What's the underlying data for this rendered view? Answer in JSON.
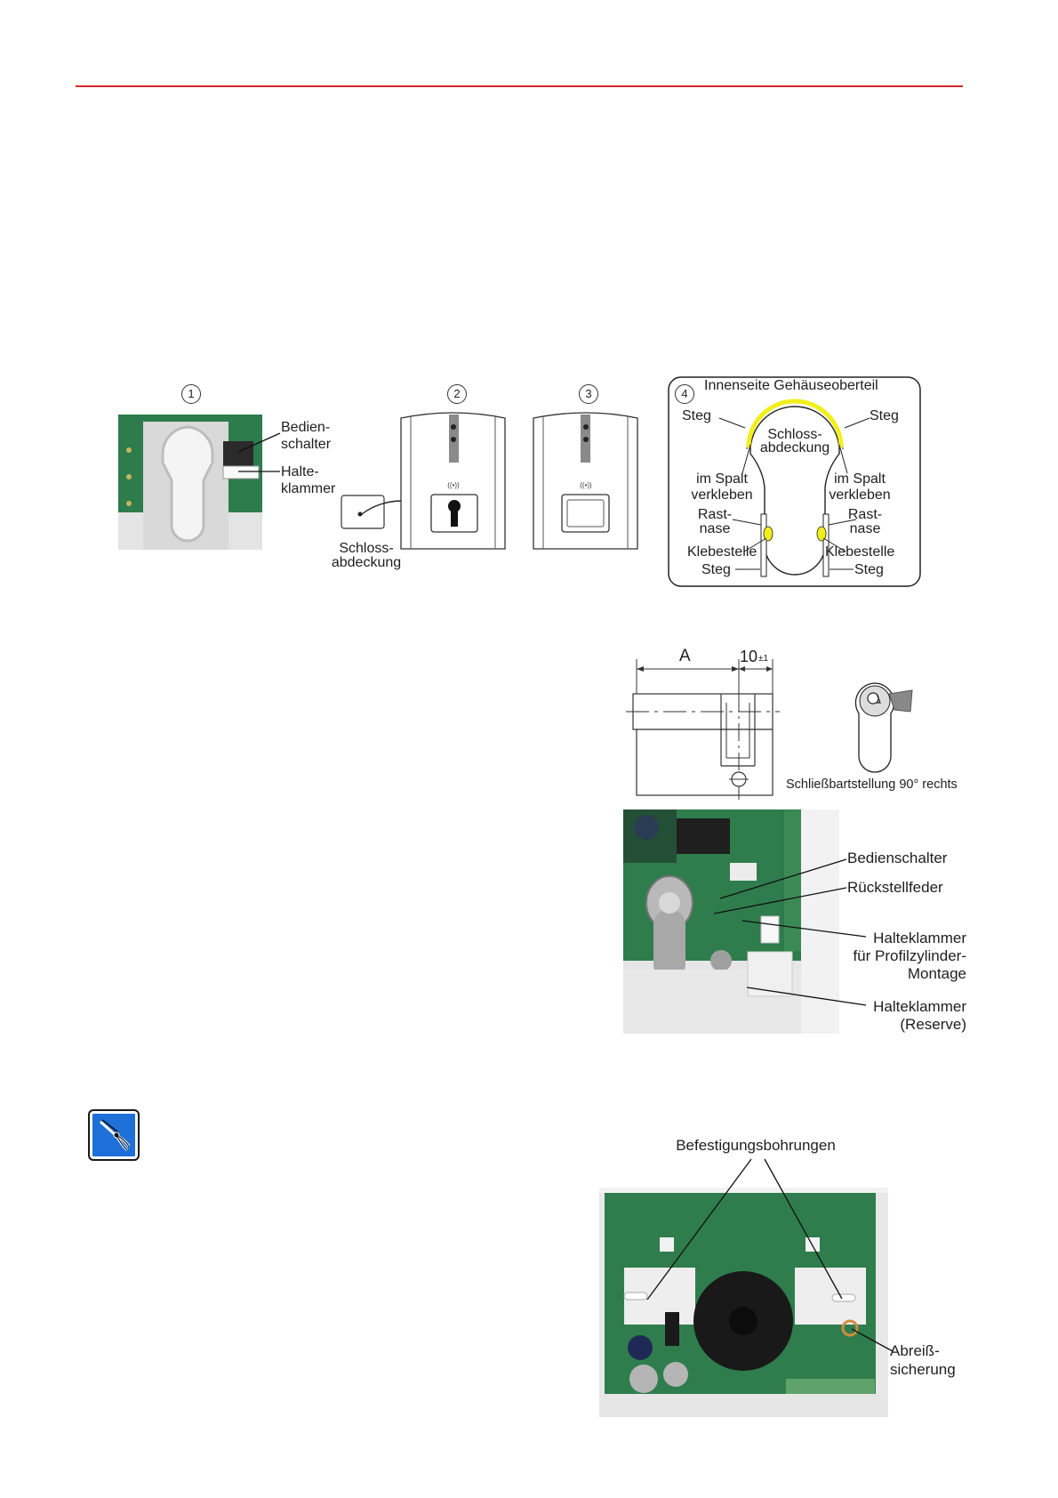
{
  "figure1": {
    "num1": "1",
    "num2": "2",
    "num3": "3",
    "num4": "4",
    "bedienschalter": [
      "Bedien-",
      "schalter"
    ],
    "halteklammer": [
      "Halte-",
      "klammer"
    ],
    "schlossabdeckung": [
      "Schloss-",
      "abdeckung"
    ],
    "panel4_title": "Innenseite Gehäuseoberteil",
    "steg": "Steg",
    "schloss_inner": [
      "Schloss-",
      "abdeckung"
    ],
    "im_spalt": [
      "im Spalt",
      "verkleben"
    ],
    "rastnase": [
      "Rast-",
      "nase"
    ],
    "klebestelle": "Klebestelle"
  },
  "figure2": {
    "dim_a": "A",
    "dim_10": "10",
    "dim_tol": "±1",
    "caption": "Schließbartstellung 90° rechts"
  },
  "figure3": {
    "bedienschalter": "Bedienschalter",
    "rueckstellfeder": "Rückstellfeder",
    "halteklammer_profil": [
      "Halteklammer",
      "für Profilzylinder-",
      "Montage"
    ],
    "halteklammer_reserve": [
      "Halteklammer",
      "(Reserve)"
    ]
  },
  "figure4": {
    "befestigung": "Befestigungsbohrungen",
    "abreiss": [
      "Abreiß-",
      "sicherung"
    ]
  },
  "colors": {
    "rule": "#d42b2b",
    "pcb": "#2f7a4a",
    "tool_icon": "#1f6fd8",
    "glue": "#f2ee1a"
  },
  "icons": {
    "tool": "pliers-icon"
  }
}
